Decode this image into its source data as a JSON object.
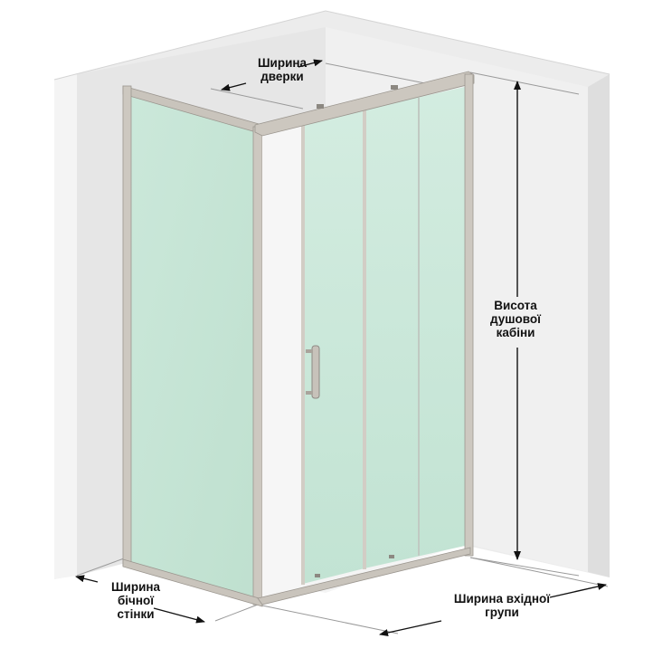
{
  "labels": {
    "door_width": [
      "Ширина",
      "дверки"
    ],
    "cabin_height": [
      "Висота",
      "душової",
      "кабіни"
    ],
    "side_wall_width": [
      "Ширина",
      "бічної",
      "стінки"
    ],
    "entrance_width": [
      "Ширина вхідної",
      "групи"
    ]
  },
  "colors": {
    "wall": "#ebebeb",
    "wall_shade": "#dcdcdc",
    "glass": "#c9e6d8",
    "glass_light": "#dcefe5",
    "frame": "#c7c2ba",
    "frame_dark": "#8e8a84",
    "dim_line": "#111111",
    "guide_line": "#9a9a9a"
  }
}
